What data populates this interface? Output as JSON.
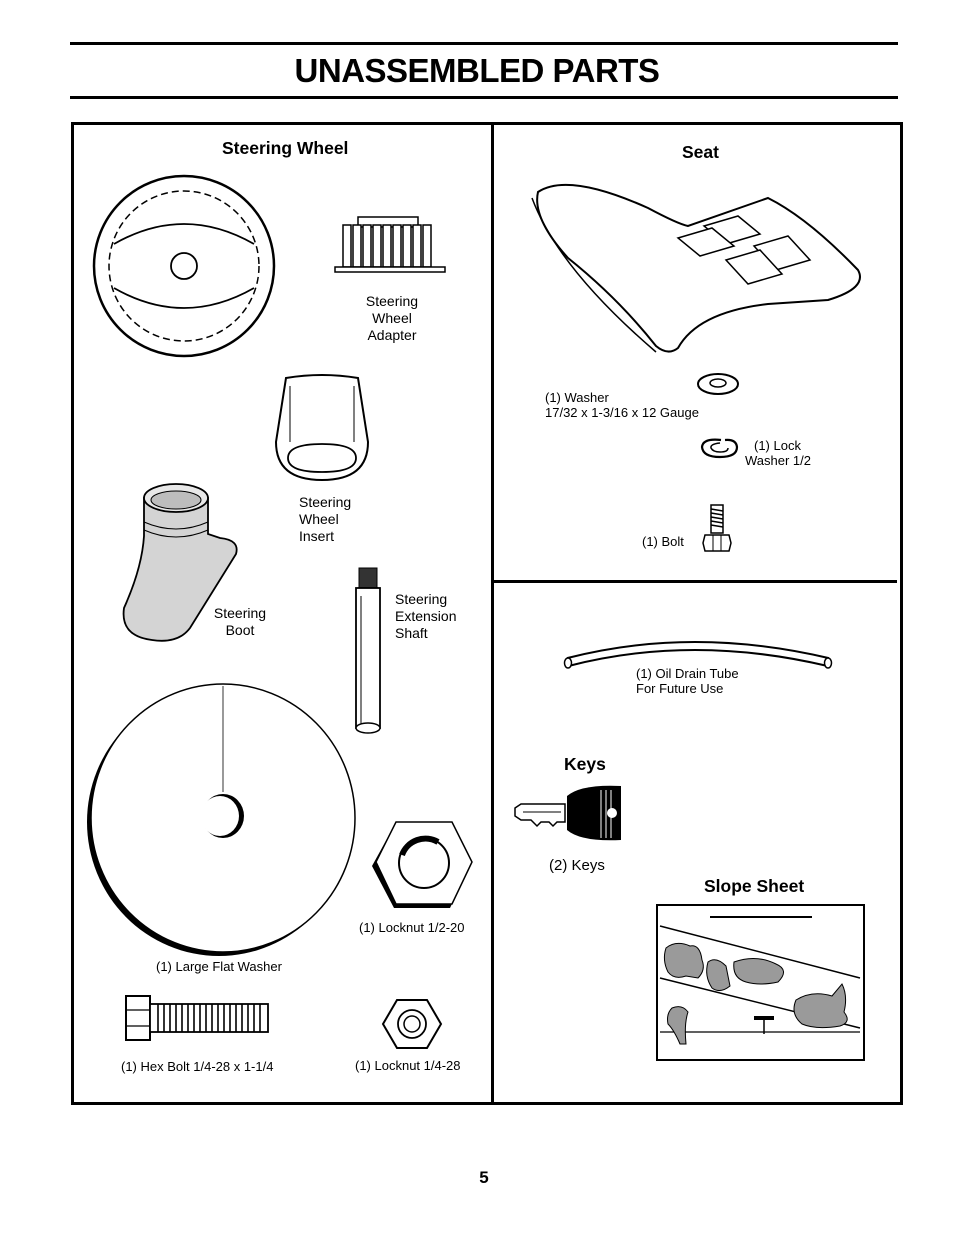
{
  "title": "UNASSEMBLED PARTS",
  "page_number": "5",
  "steering": {
    "heading": "Steering Wheel",
    "adapter_label": [
      "Steering",
      "Wheel",
      "Adapter"
    ],
    "insert_label": [
      "Steering",
      "Wheel",
      "Insert"
    ],
    "boot_label": [
      "Steering",
      "Boot"
    ],
    "shaft_label": [
      "Steering",
      "Extension",
      "Shaft"
    ],
    "large_washer_label": "(1) Large Flat Washer",
    "locknut_half_label": "(1) Locknut  1/2-20",
    "hex_bolt_label": "(1) Hex Bolt  1/4-28 x 1-1/4",
    "locknut_quarter_label": "(1) Locknut  1/4-28"
  },
  "seat": {
    "heading": "Seat",
    "washer_label": [
      "(1) Washer",
      "17/32 x 1-3/16 x 12 Gauge"
    ],
    "lock_washer_label": [
      "(1) Lock",
      "Washer 1/2"
    ],
    "bolt_label": "(1) Bolt"
  },
  "misc": {
    "oil_tube_label": [
      "(1) Oil Drain Tube",
      "For Future Use"
    ],
    "keys_heading": "Keys",
    "keys_label": "(2) Keys",
    "slope_heading": "Slope Sheet"
  }
}
